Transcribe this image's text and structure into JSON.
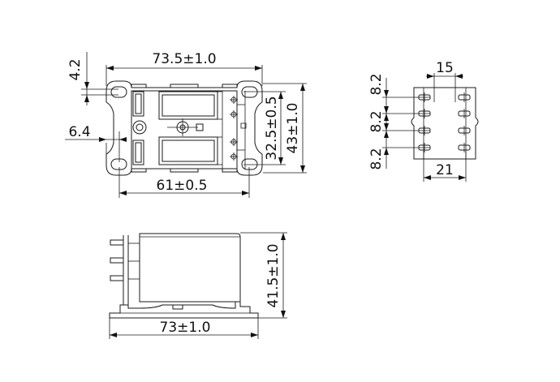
{
  "top_view": {
    "dim_width": "73.5±1.0",
    "dim_mount_height": "4.2",
    "dim_hole_offset": "6.4",
    "dim_hole_spacing": "61±0.5",
    "dim_inner_height": "32.5±0.5",
    "dim_total_height": "43±1.0"
  },
  "pin_view": {
    "dim_top": "15",
    "dim_bottom": "21",
    "dim_pitch_1": "8.2",
    "dim_pitch_2": "8.2",
    "dim_pitch_3": "8.2"
  },
  "side_view": {
    "dim_width": "73±1.0",
    "dim_height": "41.5±1.0"
  }
}
